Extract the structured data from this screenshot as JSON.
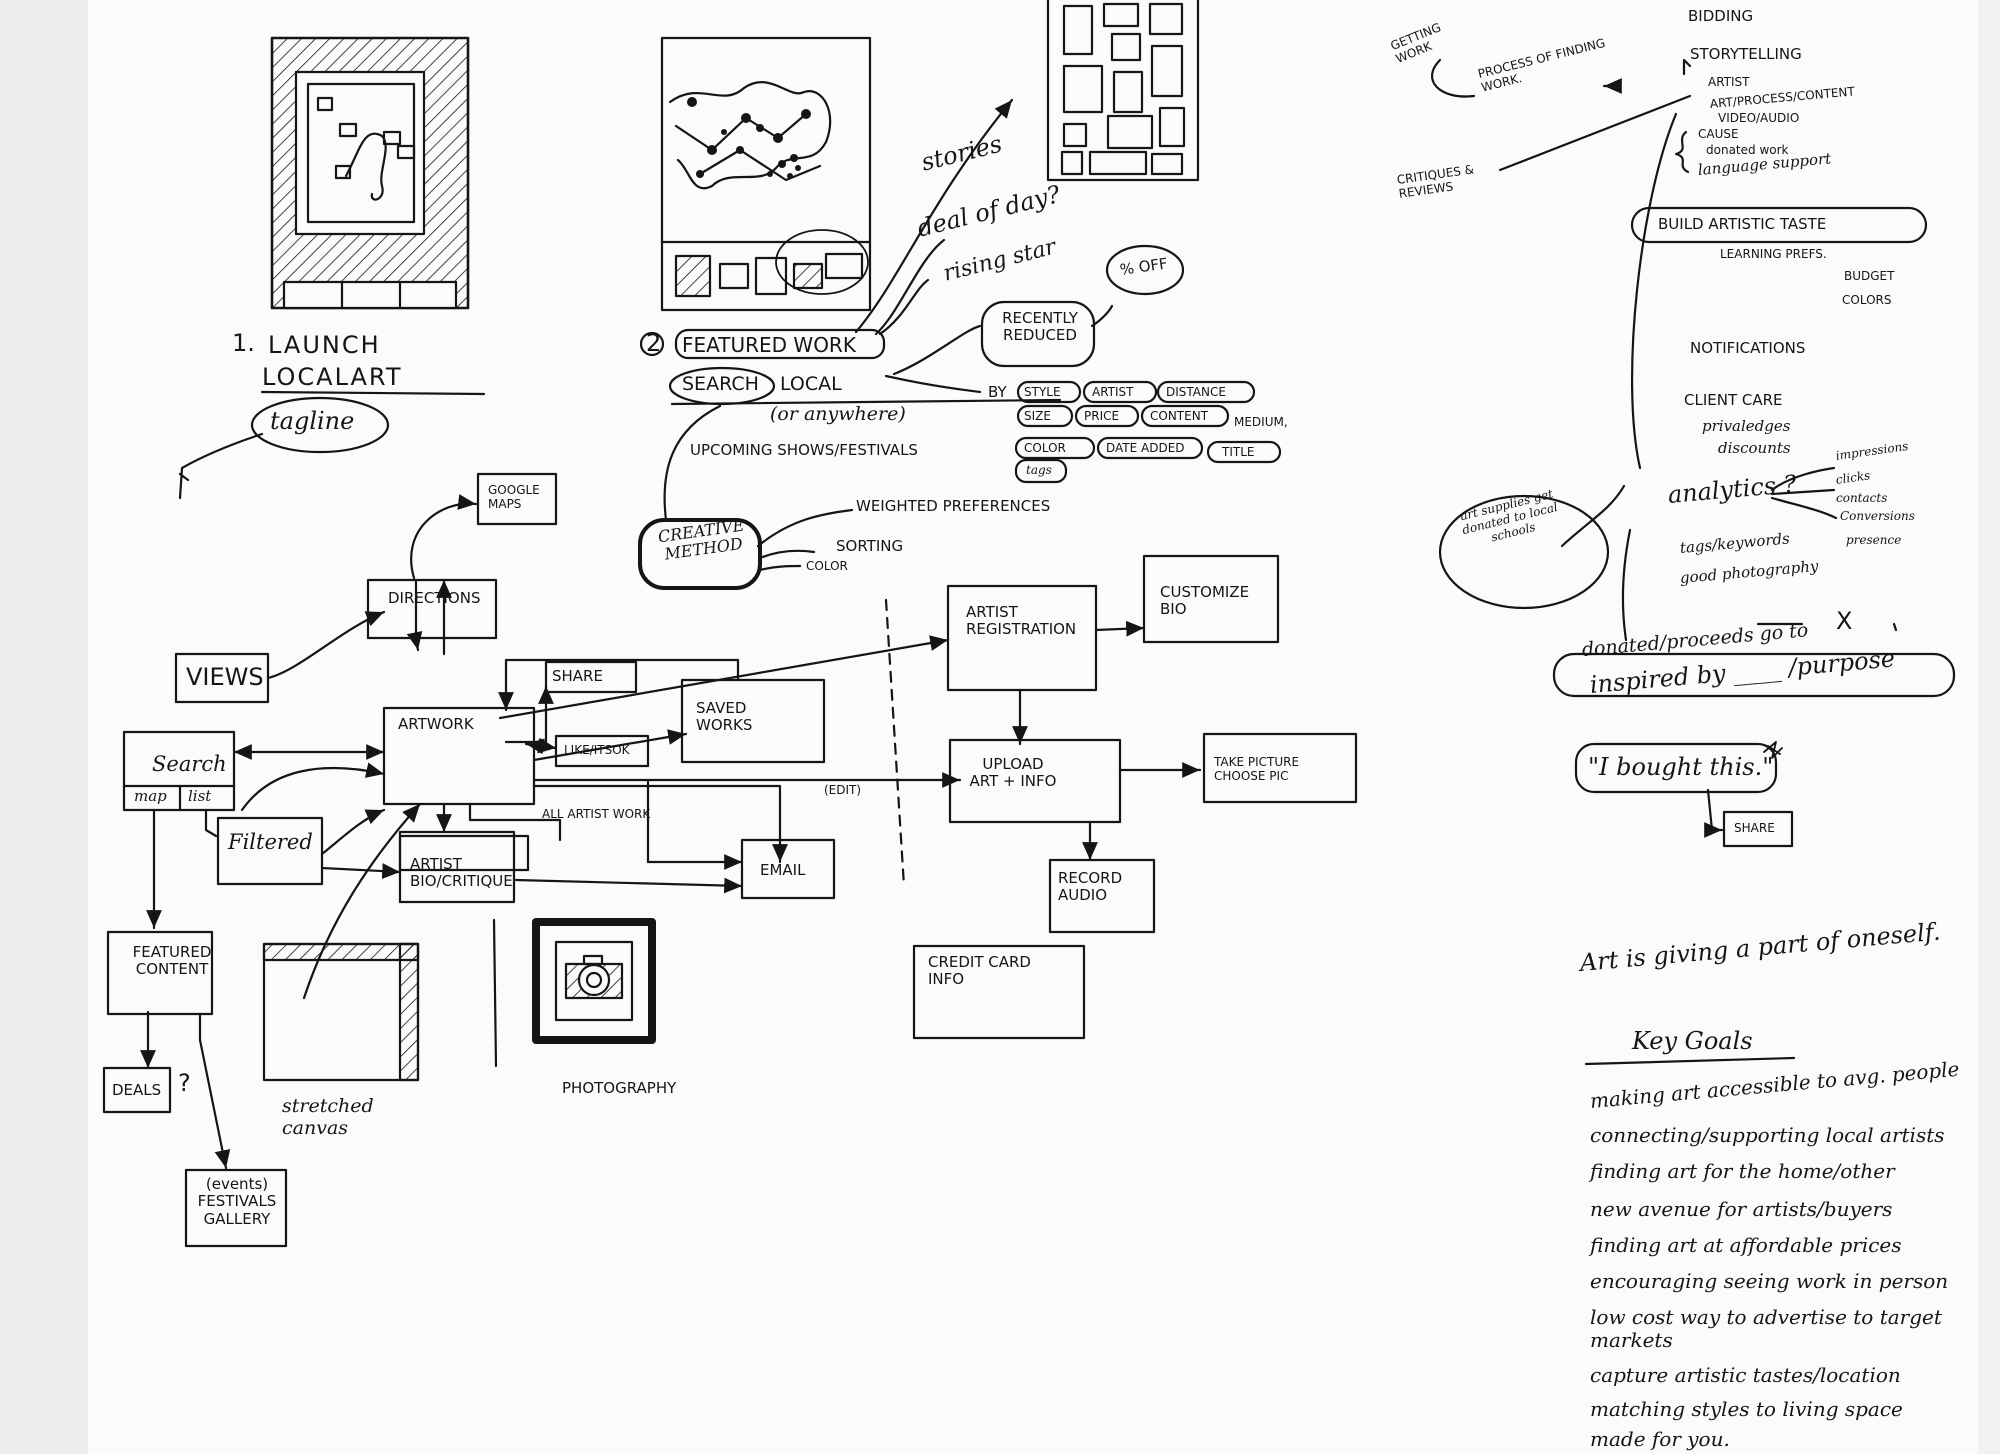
{
  "sketch1": {
    "number": "1.",
    "title": "LAUNCH",
    "app": "LOCALART",
    "tagline": "tagline"
  },
  "sketch2": {
    "number": "2",
    "featured": "FEATURED WORK",
    "search": "SEARCH",
    "local": "LOCAL",
    "anywhere": "(or anywhere)",
    "shows": "UPCOMING SHOWS/FESTIVALS",
    "stories": "stories",
    "deal": "deal of day?",
    "rising": "rising star",
    "recently": "RECENTLY REDUCED",
    "percent": "% OFF",
    "by": "BY",
    "filters": [
      "STYLE",
      "ARTIST",
      "DISTANCE",
      "SIZE",
      "PRICE",
      "CONTENT",
      "MEDIUM,",
      "COLOR",
      "DATE ADDED",
      "TITLE",
      "tags"
    ],
    "creative": "CREATIVE METHOD",
    "weighted": "WEIGHTED PREFERENCES",
    "sorting": "SORTING",
    "color": "COLOR"
  },
  "flow": {
    "views": "VIEWS",
    "search": "Search",
    "map": "map",
    "list": "list",
    "filtered": "Filtered",
    "featured": "FEATURED CONTENT",
    "deals": "DEALS",
    "deals_q": "?",
    "events": "(events) FESTIVALS GALLERY",
    "artwork": "ARTWORK",
    "share": "SHARE",
    "saved": "SAVED WORKS",
    "like": "LIKE/ITSOK",
    "directions": "DIRECTIONS",
    "google": "GOOGLE MAPS",
    "all_artist": "ALL ARTIST WORK",
    "artist_bio": "ARTIST BIO/CRITIQUE",
    "email": "EMAIL",
    "edit": "(EDIT)",
    "stretched": "stretched canvas",
    "photography": "PHOTOGRAPHY"
  },
  "artist_flow": {
    "registration": "ARTIST REGISTRATION",
    "customize": "CUSTOMIZE BIO",
    "upload": "UPLOAD ART + INFO",
    "picture": "TAKE PICTURE CHOOSE PIC",
    "record": "RECORD AUDIO",
    "credit": "CREDIT CARD INFO"
  },
  "notes": {
    "getting_work": "GETTING WORK",
    "finding_work": "PROCESS OF FINDING WORK.",
    "critiques": "CRITIQUES & REVIEWS",
    "bidding": "BIDDING",
    "storytelling": "STORYTELLING",
    "artist": "ARTIST",
    "art_process": "ART/PROCESS/CONTENT",
    "video_audio": "VIDEO/AUDIO",
    "cause": "CAUSE",
    "donated": "donated work",
    "language": "language support",
    "taste": "BUILD ARTISTIC TASTE",
    "learning": "LEARNING PREFS.",
    "budget": "BUDGET",
    "colors": "COLORS",
    "notifications": "NOTIFICATIONS",
    "client": "CLIENT CARE",
    "privileges": "privaledges",
    "discounts": "discounts",
    "analytics": "analytics ?",
    "impressions": "impressions",
    "clicks": "clicks",
    "contacts": "contacts",
    "conversions": "Conversions",
    "presence": "presence",
    "tags": "tags/keywords",
    "photography": "good photography",
    "supplies": "art supplies get donated to local schools",
    "proceeds": "donated/proceeds go to",
    "proceeds_x": "X",
    "inspired": "inspired by ____ /purpose",
    "bought": "\"I bought this.\"",
    "share": "SHARE",
    "giving": "Art is giving a part of oneself.",
    "goals_title": "Key Goals",
    "goals": [
      "making art accessible to avg. people",
      "connecting/supporting local artists",
      "finding art for the home/other",
      "new avenue for artists/buyers",
      "finding art at affordable prices",
      "encouraging seeing work in person",
      "low cost way to advertise to target markets",
      "capture artistic tastes/location",
      "matching styles to living space",
      "made for you."
    ]
  }
}
